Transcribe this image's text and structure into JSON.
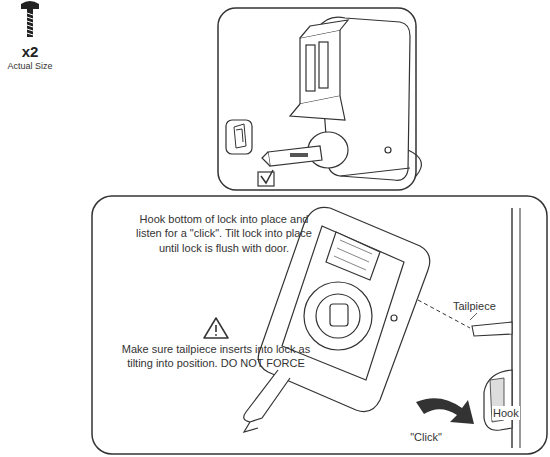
{
  "diagram": {
    "nodes": [
      {
        "text": [
          "Hook bottom of lock into place and listen for a \"click\". Tilt lock into place until lock is flush with door.",
          "Make sure tailpiece inserts into lock as tilting into position. DO NOT FORCE"
        ]
      }
    ],
    "labels": [
      "x2",
      "Actual Size",
      "Tailpiece",
      "Hook",
      "\"Click\""
    ]
  }
}
